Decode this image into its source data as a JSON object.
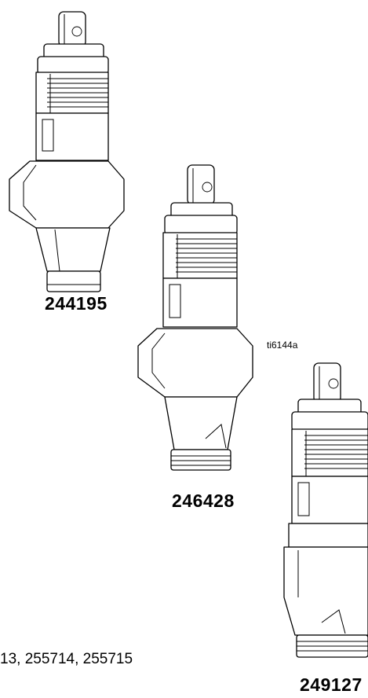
{
  "figure_id": "ti6144a",
  "parts": [
    {
      "part_number": "244195"
    },
    {
      "part_number": "246428"
    },
    {
      "part_number": "249127"
    }
  ],
  "bottom_text": "13, 255714, 255715"
}
